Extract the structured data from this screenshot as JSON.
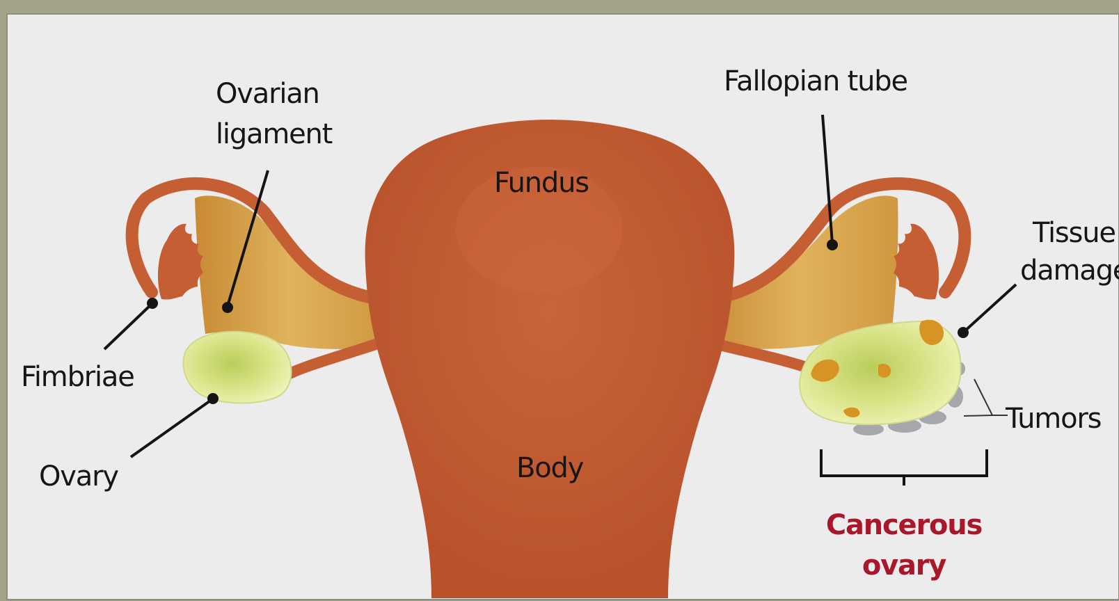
{
  "labels": {
    "ovarian_ligament": [
      "Ovarian",
      "ligament"
    ],
    "fallopian_tube": "Fallopian tube",
    "fundus": "Fundus",
    "tissue_damage": [
      "Tissue",
      "damage"
    ],
    "fimbriae": "Fimbriae",
    "ovary": "Ovary",
    "body": "Body",
    "tumors": "Tumors",
    "cancerous_ovary": [
      "Cancerous",
      "ovary"
    ]
  },
  "colors": {
    "frame": "#a3a28b",
    "panel": "#ececec",
    "uterus": "#c65e34",
    "ligament": "#d7a249",
    "ovary": "#dde68a",
    "tumor_spot": "#d69425",
    "tumor_growth": "#a6a7ac",
    "leader_line": "#141414",
    "emphasis_text": "#a9182a"
  }
}
